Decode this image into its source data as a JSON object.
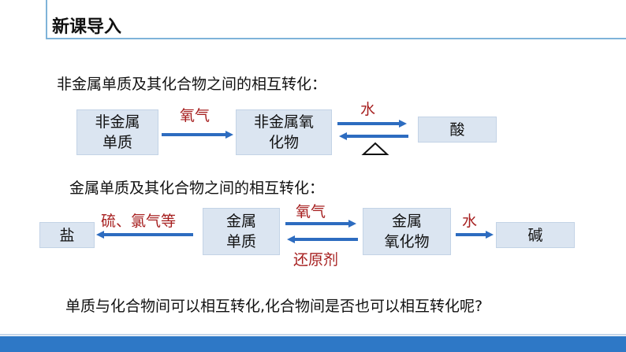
{
  "header": {
    "title": "新课导入"
  },
  "section1": {
    "heading": "非金属单质及其化合物之间的相互转化：",
    "box_nonmetal": [
      "非金属",
      "单质"
    ],
    "label_oxygen": "氧气",
    "box_oxide": [
      "非金属氧",
      "化物"
    ],
    "label_water": "水",
    "box_acid": "酸"
  },
  "section2": {
    "heading": "金属单质及其化合物之间的相互转化：",
    "box_salt": "盐",
    "label_reagents": "硫、氯气等",
    "box_metal": [
      "金属",
      "单质"
    ],
    "label_oxygen": "氧气",
    "label_reducer": "还原剂",
    "box_oxide": [
      "金属",
      "氧化物"
    ],
    "label_water": "水",
    "box_base": "碱"
  },
  "question": "单质与化合物间可以相互转化,化合物间是否也可以相互转化呢?",
  "colors": {
    "box_fill": "#dbe5f1",
    "arrow": "#2d6cc0",
    "label_red": "#a61e1e",
    "bar": "#2e78c6"
  }
}
